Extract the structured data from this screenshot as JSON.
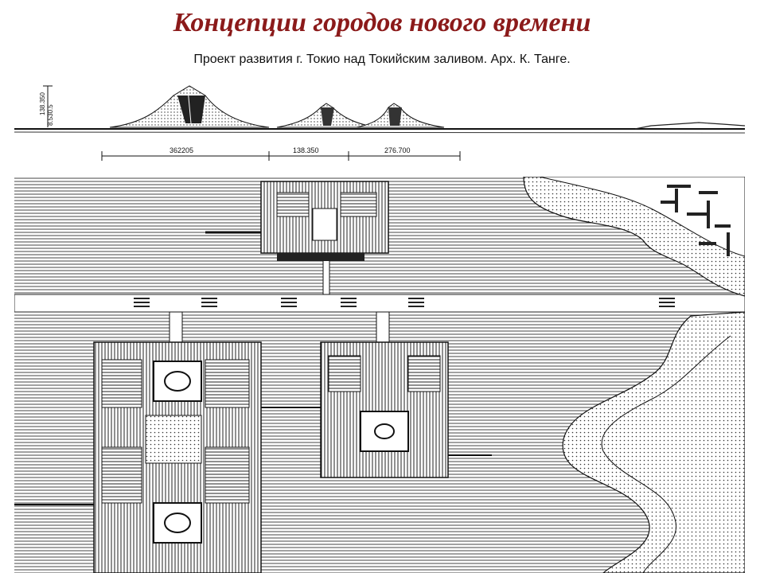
{
  "slide": {
    "title": "Концепции городов нового времени",
    "subtitle": "Проект развития г. Токио над Токийским заливом. Арх. К. Танге."
  },
  "section": {
    "dimensions": [
      "362205",
      "138.350",
      "276.700"
    ],
    "heights": [
      "138.350",
      "8.530.5"
    ]
  }
}
